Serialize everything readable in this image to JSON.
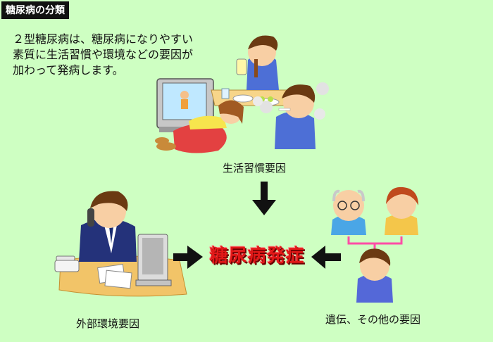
{
  "header": {
    "title": "糖尿病の分類"
  },
  "description": {
    "lines": [
      "２型糖尿病は、糖尿病になりやすい",
      "素質に生活習慣や環境などの要因が",
      "加わって発病します。"
    ]
  },
  "factors": {
    "lifestyle": "生活習慣要因",
    "environment": "外部環境要因",
    "heredity": "遺伝、その他の要因"
  },
  "center": {
    "label": "糖尿病発症"
  },
  "colors": {
    "background": "#ceffc2",
    "title_bg": "#111111",
    "onset_red": "#e21818",
    "arrow": "#111111",
    "connector": "#ff4da6"
  }
}
